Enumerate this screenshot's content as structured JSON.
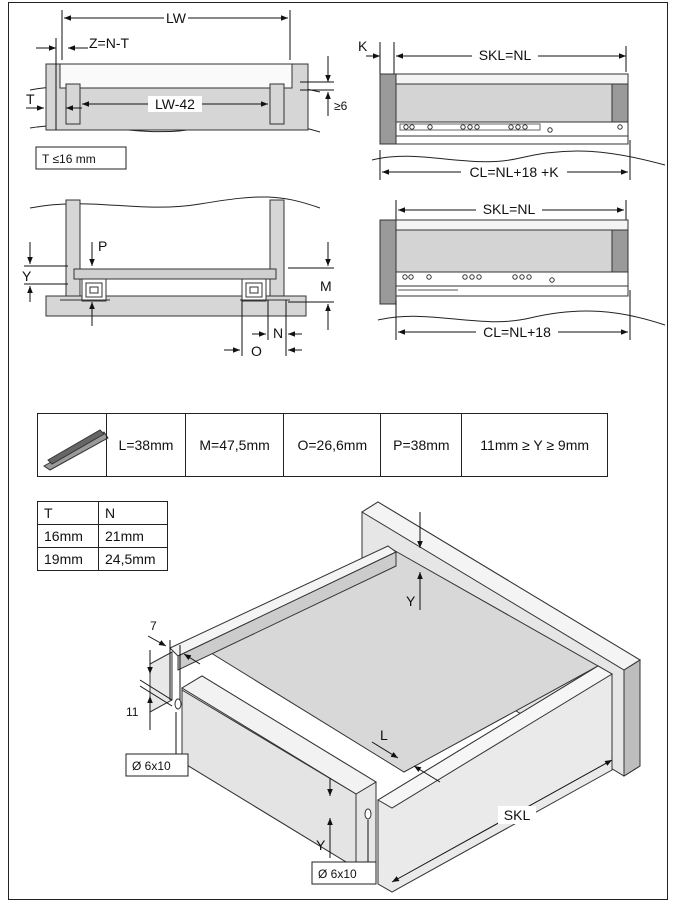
{
  "top_left": {
    "lw": "LW",
    "z_formula": "Z=N-T",
    "t": "T",
    "lw42": "LW-42",
    "ge6": "≥6",
    "t_note": "T  ≤16 mm"
  },
  "top_right": {
    "k": "K",
    "skl": "SKL=NL",
    "cl": "CL=NL+18 +K"
  },
  "mid_left": {
    "p": "P",
    "y": "Y",
    "m": "M",
    "n": "N",
    "o": "O"
  },
  "mid_right": {
    "skl": "SKL=NL",
    "cl": "CL=NL+18"
  },
  "spec_table": {
    "cells": [
      "L=38mm",
      "M=47,5mm",
      "O=26,6mm",
      "P=38mm",
      "11mm ≥ Y ≥ 9mm"
    ]
  },
  "tn_table": {
    "headers": [
      "T",
      "N"
    ],
    "rows": [
      [
        "16mm",
        "21mm"
      ],
      [
        "19mm",
        "24,5mm"
      ]
    ]
  },
  "drawer": {
    "y_top": "Y",
    "dim7": "7",
    "dim11": "11",
    "hole_left": "Ø 6x10",
    "l": "L",
    "skl": "SKL",
    "y_bottom": "Y",
    "hole_bottom": "Ø 6x10"
  }
}
